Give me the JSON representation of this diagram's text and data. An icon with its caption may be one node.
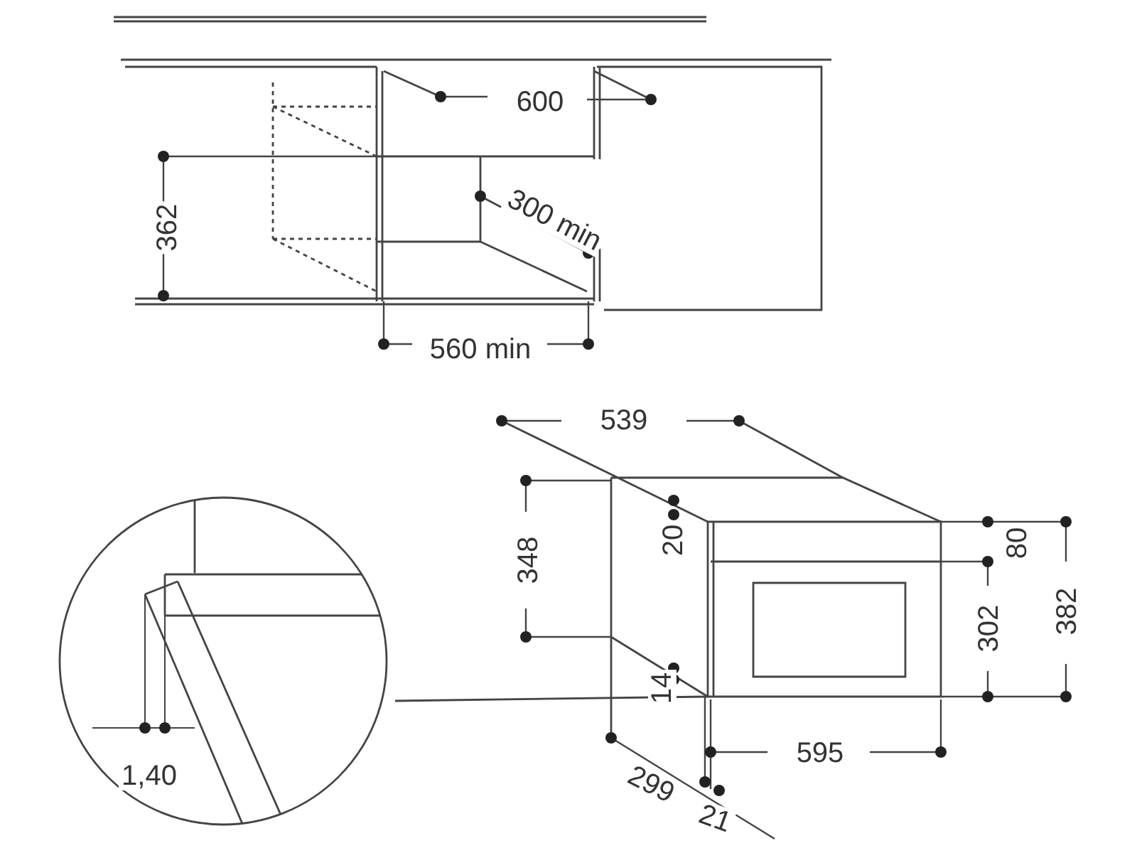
{
  "diagram": {
    "labels": [
      "600",
      "362",
      "300 min",
      "560 min",
      "539",
      "348",
      "20",
      "80",
      "14",
      "302",
      "382",
      "595",
      "299",
      "21",
      "1,40"
    ]
  }
}
